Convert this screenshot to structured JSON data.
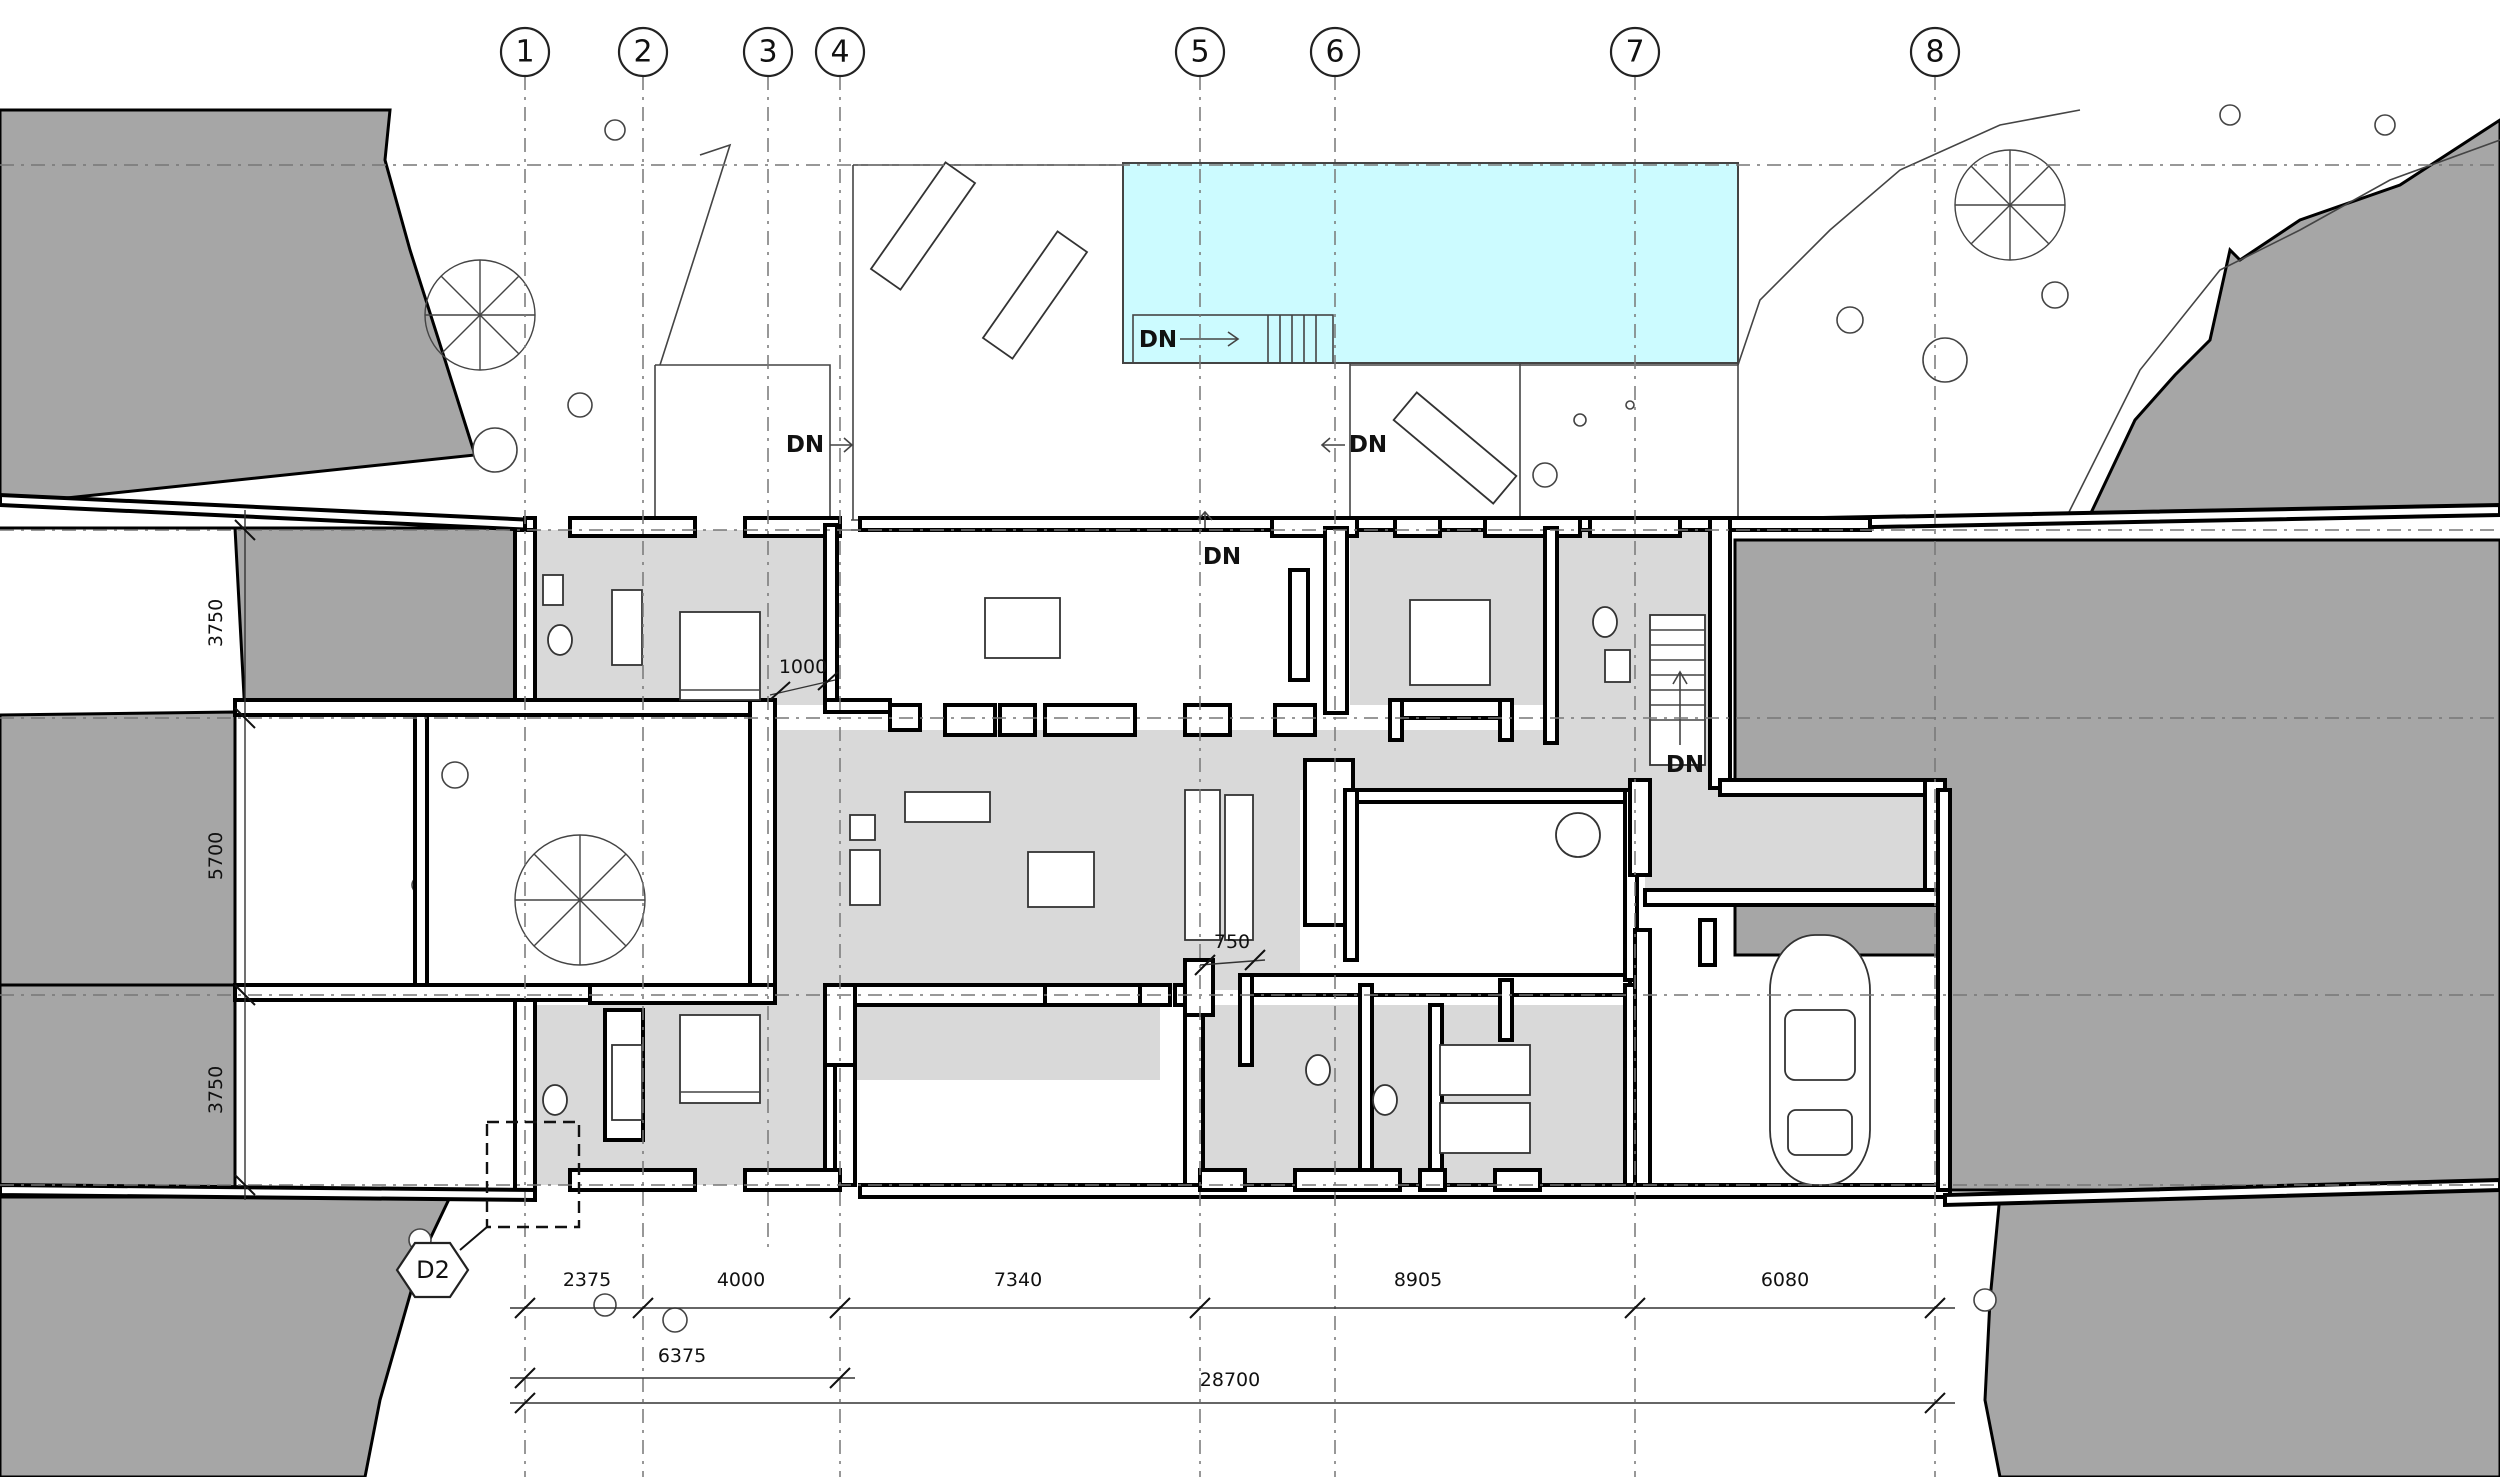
{
  "grid": {
    "labels": [
      "1",
      "2",
      "3",
      "4",
      "5",
      "6",
      "7",
      "8"
    ]
  },
  "dimensions": {
    "horizontal": [
      "2375",
      "4000",
      "7340",
      "8905",
      "6080"
    ],
    "subtotal": "6375",
    "total": "28700",
    "vertical": [
      "3750",
      "5700",
      "3750"
    ],
    "interior": [
      "1000",
      "750"
    ]
  },
  "stair_tags": {
    "pool": "DN",
    "left_terrace": "DN",
    "right_terrace": "DN",
    "living": "DN",
    "stair": "DN"
  },
  "section_marker": {
    "label": "D2"
  },
  "colors": {
    "ground": "#a6a6a6",
    "room_fill": "#d9d9d9",
    "pool": "#ccfbff",
    "wall": "#ffffff"
  }
}
